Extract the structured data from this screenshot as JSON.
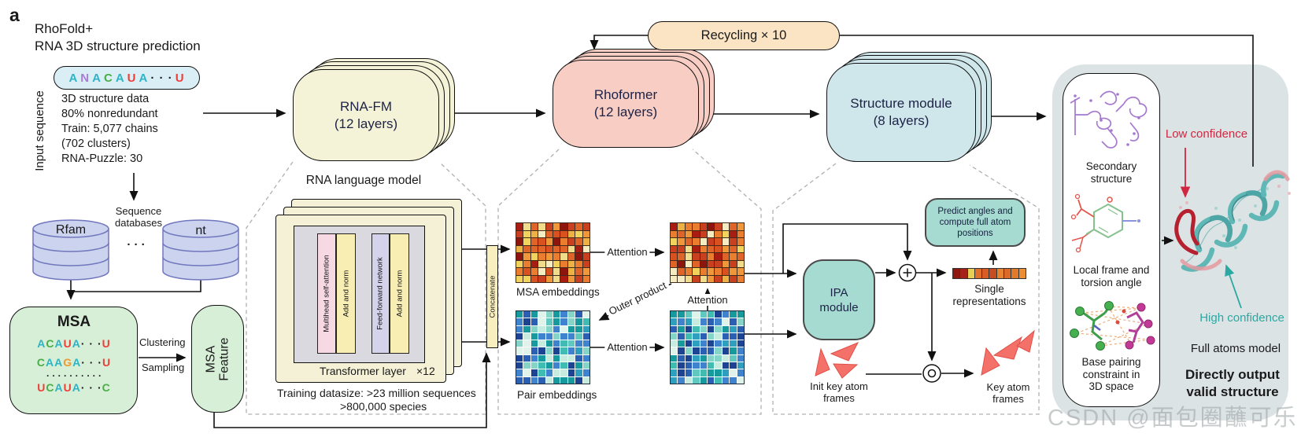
{
  "colors": {
    "letters": {
      "teal": "#2cb4c7",
      "purple": "#a87bd6",
      "green": "#49ae48",
      "red": "#ee3e38",
      "orange": "#f1992f",
      "black": "#1a1a1a"
    },
    "low_confidence_red": "#cf2740",
    "high_confidence_teal": "#2ba8a2",
    "rna_fm_fill": "#f5f3d7",
    "rhoformer_fill": "#f7cdc4",
    "structure_fill": "#cfe7eb",
    "recycling_fill": "#fae4c4",
    "ipa_fill": "#a6dbd2",
    "msa_green": "#d7eed7",
    "panel_gray": "#dce3e5",
    "pill_blue": "#daeef5",
    "cylinder_fill": "#cbd3ee"
  },
  "header": {
    "panel_label": "a",
    "title_line1": "RhoFold+",
    "title_line2": "RNA 3D structure prediction"
  },
  "input": {
    "vertical_label": "Input sequence",
    "sequence": [
      {
        "t": "A",
        "c": "teal"
      },
      {
        "t": "N",
        "c": "purple"
      },
      {
        "t": "A",
        "c": "teal"
      },
      {
        "t": "C",
        "c": "green"
      },
      {
        "t": "A",
        "c": "teal"
      },
      {
        "t": "U",
        "c": "red"
      },
      {
        "t": "A",
        "c": "teal"
      },
      {
        "t": "· · ·",
        "c": "black"
      },
      {
        "t": "U",
        "c": "red"
      }
    ],
    "info_lines": [
      "3D structure data",
      "80% nonredundant",
      "Train: 5,077 chains",
      "(702 clusters)",
      "RNA-Puzzle: 30"
    ]
  },
  "databases": {
    "label_line1": "Sequence",
    "label_line2": "databases",
    "db1": "Rfam",
    "db2": "nt",
    "dots": "· · ·"
  },
  "msa": {
    "title": "MSA",
    "rows": [
      [
        {
          "t": "A",
          "c": "teal"
        },
        {
          "t": "C",
          "c": "green"
        },
        {
          "t": "A",
          "c": "teal"
        },
        {
          "t": "U",
          "c": "red"
        },
        {
          "t": "A",
          "c": "teal"
        },
        {
          "t": "· · ·",
          "c": "black"
        },
        {
          "t": "U",
          "c": "red"
        }
      ],
      [
        {
          "t": "C",
          "c": "green"
        },
        {
          "t": "A",
          "c": "teal"
        },
        {
          "t": "A",
          "c": "teal"
        },
        {
          "t": "G",
          "c": "orange"
        },
        {
          "t": "A",
          "c": "teal"
        },
        {
          "t": "· · ·",
          "c": "black"
        },
        {
          "t": "U",
          "c": "red"
        }
      ],
      [
        {
          "t": "· · · · · · · · · ·",
          "c": "black"
        }
      ],
      [
        {
          "t": "U",
          "c": "red"
        },
        {
          "t": "C",
          "c": "green"
        },
        {
          "t": "A",
          "c": "teal"
        },
        {
          "t": "U",
          "c": "red"
        },
        {
          "t": "A",
          "c": "teal"
        },
        {
          "t": "· · ·",
          "c": "black"
        },
        {
          "t": "C",
          "c": "green"
        }
      ]
    ],
    "clustering": "Clustering",
    "sampling": "Sampling"
  },
  "msa_feature": {
    "line1": "MSA",
    "line2": "Feature"
  },
  "modules": {
    "rna_fm_line1": "RNA-FM",
    "rna_fm_line2": "(12 layers)",
    "rhoformer_line1": "Rhoformer",
    "rhoformer_line2": "(12 layers)",
    "structure_line1": "Structure module",
    "structure_line2": "(8 layers)"
  },
  "recycling_label": "Recycling × 10",
  "language_model": {
    "title": "RNA language model",
    "bar1": "Multihead self-attention",
    "bar2": "Add and norm",
    "bar3": "Feed-forward network",
    "bar4": "Add and norm",
    "transformer_label": "Transformer layer",
    "times_label": "×12",
    "training_line1": "Training datasize:  >23 million sequences",
    "training_line2": ">800,000 species",
    "concatenate": "Concatenate"
  },
  "embeddings": {
    "msa_label": "MSA embeddings",
    "pair_label": "Pair embeddings",
    "attention": "Attention",
    "outer_product": "Outer product",
    "grid": {
      "cols": 10,
      "orange_rows": 8,
      "blue_rows": 10,
      "orange_palette": [
        "#c8401f",
        "#e06428",
        "#ea7e2e",
        "#a81c12",
        "#ef9739",
        "#8d150e",
        "#eeb144",
        "#f2d45d",
        "#f6ecc1",
        "#e06428",
        "#ea7e2e",
        "#d9511f",
        "#ef9739",
        "#f0dc8a",
        "#c8401f"
      ],
      "blue_palette": [
        "#2a5fb4",
        "#1c4492",
        "#3f82ce",
        "#169a9e",
        "#41bcb2",
        "#85d4c8",
        "#c8ebdf",
        "#2a5fb4",
        "#3f82ce",
        "#61c8bf",
        "#dff3eb",
        "#1c4492",
        "#169a9e",
        "#2f9fc0"
      ]
    }
  },
  "ipa": {
    "line1": "IPA",
    "line2": "module"
  },
  "predict": {
    "line1": "Predict angles and",
    "line2": "compute full atom",
    "line3": "positions"
  },
  "single_repr": {
    "line1": "Single",
    "line2": "representations",
    "cells": [
      "#8e1810",
      "#a5221a",
      "#e6cf55",
      "#df6f2a",
      "#d85c24",
      "#c64d20",
      "#e8832f",
      "#db6a28",
      "#e27a2c",
      "#ea8d33"
    ]
  },
  "frames": {
    "init_line1": "Init key atom",
    "init_line2": "frames",
    "key_line1": "Key atom",
    "key_line2": "frames"
  },
  "output_panel": {
    "secondary_line1": "Secondary",
    "secondary_line2": "structure",
    "local_line1": "Local frame and",
    "local_line2": "torsion angle",
    "base_line1": "Base pairing",
    "base_line2": "constraint in",
    "base_line3": "3D space",
    "low_confidence": "Low confidence",
    "high_confidence": "High confidence",
    "full_atoms": "Full atoms model",
    "direct_line1": "Directly output",
    "direct_line2": "valid structure"
  },
  "watermark": "CSDN @面包圈蘸可乐"
}
